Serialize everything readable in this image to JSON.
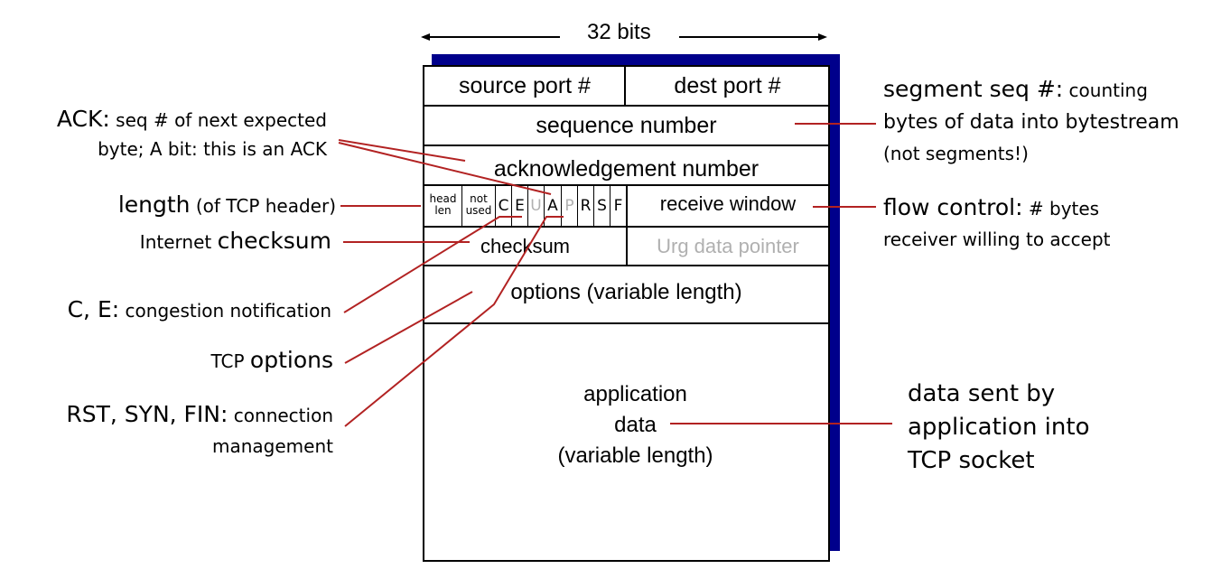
{
  "width_label": "32 bits",
  "header_rows": {
    "source_port": "source port #",
    "dest_port": "dest port #",
    "sequence_number": "sequence number",
    "ack_number": "acknowledgement number",
    "head_len": "head len",
    "head_len_line1": "head",
    "head_len_line2": "len",
    "not_used_line1": "not",
    "not_used_line2": "used",
    "flags": [
      "C",
      "E",
      "U",
      "A",
      "P",
      "R",
      "S",
      "F"
    ],
    "receive_window": "receive window",
    "checksum": "checksum",
    "urg_pointer": "Urg data pointer",
    "options": "options (variable length)",
    "app_data_line1": "application",
    "app_data_line2": "data",
    "app_data_line3": "(variable length)"
  },
  "annotations": {
    "ack": {
      "bold": "ACK:",
      "rest": " seq # of next expected",
      "line2": "byte; A bit: this is an ACK"
    },
    "length": {
      "bold": "length",
      "rest": " (of TCP header)"
    },
    "checksum": {
      "pre": "Internet ",
      "bold": "checksum"
    },
    "ce": {
      "bold": "C, E:",
      "rest": " congestion notification"
    },
    "options": {
      "pre": "TCP ",
      "bold": "options"
    },
    "rsf": {
      "bold": "RST, SYN, FIN:",
      "rest": " connection",
      "line2": "management"
    },
    "seq": {
      "bold": "segment seq  #:",
      "rest": " counting",
      "line2": "bytes of data into bytestream",
      "line3": "(not segments!)"
    },
    "flow": {
      "bold": "flow control:",
      "rest": " # bytes",
      "line2": "receiver willing to accept"
    },
    "appdata": {
      "line1": "data sent by",
      "line2": "application into",
      "line3": "TCP socket"
    }
  },
  "colors": {
    "shadow": "#00008b",
    "leader": "#b22222",
    "grey_text": "#b0b0b0"
  }
}
